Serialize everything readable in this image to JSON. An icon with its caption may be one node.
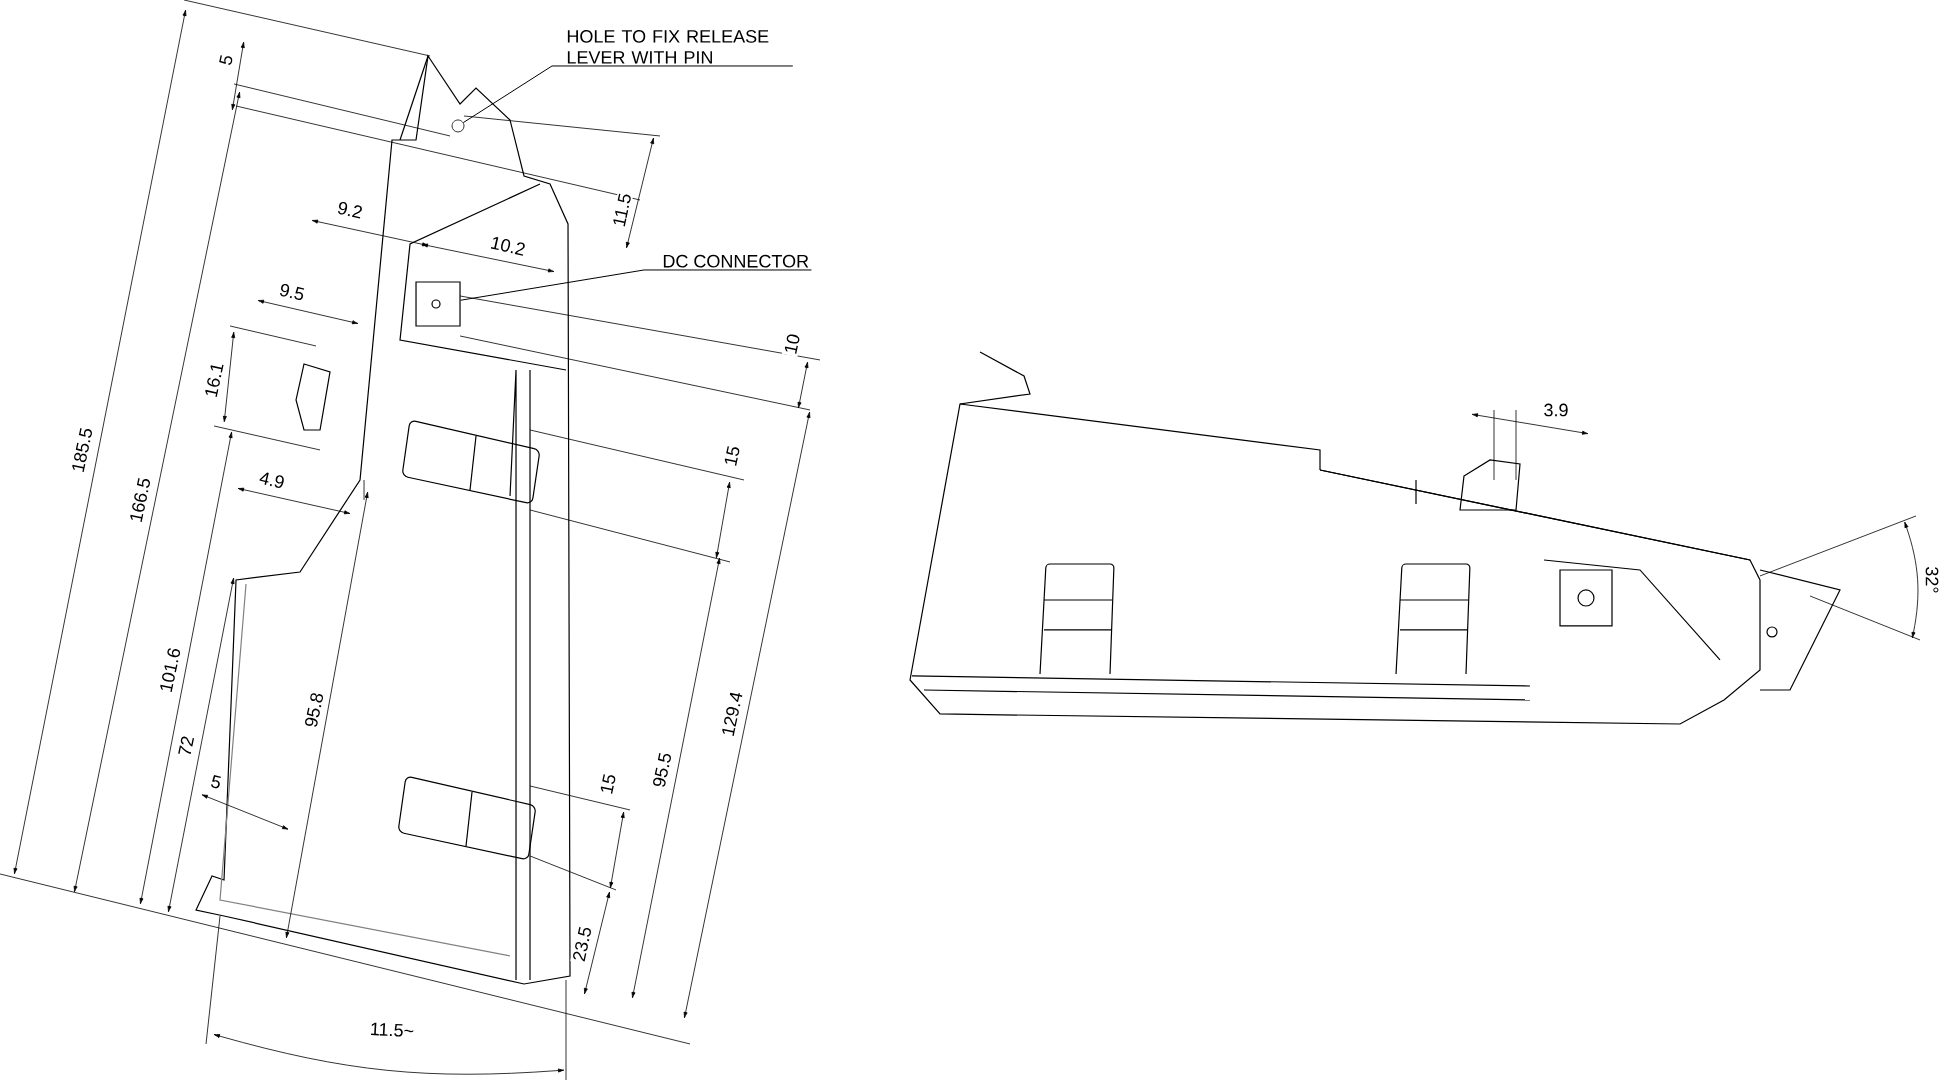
{
  "diagram": {
    "nodes": [
      {
        "text": [
          "HOLE TO FIX RELEASE LEVER WITH PIN"
        ]
      },
      {
        "text": [],
        "shape": "circle"
      },
      {
        "text": [
          "DC CONNECTOR"
        ]
      },
      {
        "text": [],
        "shape": "box"
      }
    ],
    "edges": [
      {
        "from": 0,
        "to": 1,
        "arrow": "none"
      },
      {
        "from": 2,
        "to": 3,
        "arrow": "none"
      }
    ],
    "labels": [
      "5",
      "11.5",
      "9.2",
      "10.2",
      "10",
      "9.5",
      "16.1",
      "15",
      "4.9",
      "185.5",
      "166.5",
      "101.6",
      "72",
      "95.8",
      "5",
      "15",
      "129.4",
      "95.5",
      "23.5",
      "11.5~",
      "3.9",
      "32°"
    ]
  }
}
